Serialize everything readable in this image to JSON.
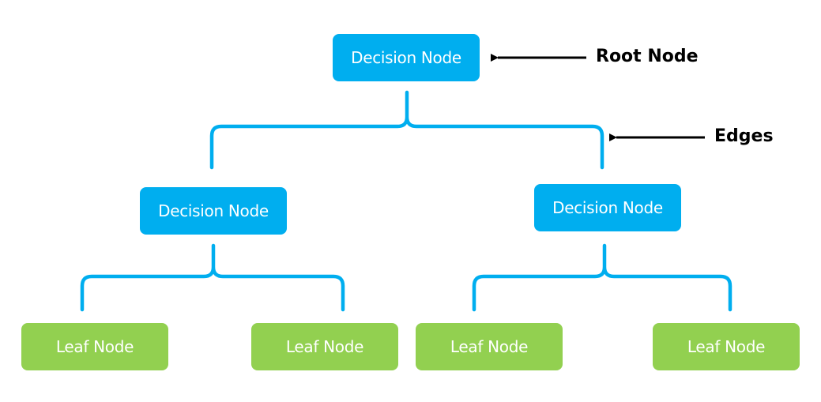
{
  "colors": {
    "decision": "#00aeef",
    "leaf": "#92d050",
    "arrow": "#000000"
  },
  "tree": {
    "root": {
      "label": "Decision Node"
    },
    "level1": [
      {
        "label": "Decision Node"
      },
      {
        "label": "Decision Node"
      }
    ],
    "leaves": [
      {
        "label": "Leaf Node"
      },
      {
        "label": "Leaf Node"
      },
      {
        "label": "Leaf Node"
      },
      {
        "label": "Leaf Node"
      }
    ]
  },
  "annotations": {
    "root": "Root Node",
    "edges": "Edges"
  }
}
